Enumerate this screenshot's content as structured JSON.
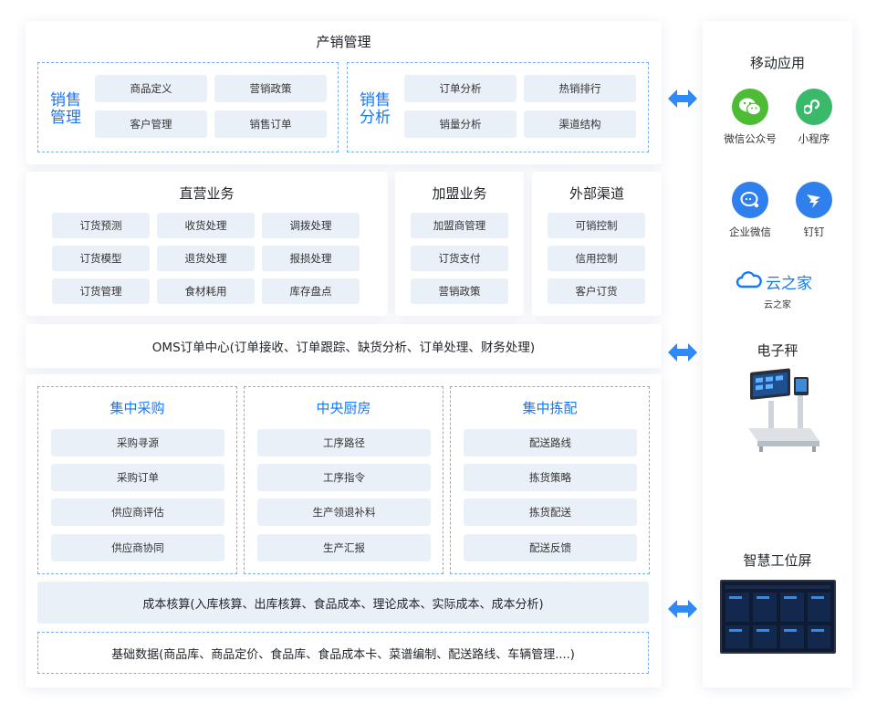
{
  "top_panel": {
    "title": "产销管理",
    "sales_mgmt": {
      "label_line1": "销售",
      "label_line2": "管理",
      "items": [
        "商品定义",
        "营销政策",
        "客户管理",
        "销售订单"
      ]
    },
    "sales_analysis": {
      "label_line1": "销售",
      "label_line2": "分析",
      "items": [
        "订单分析",
        "热销排行",
        "销量分析",
        "渠道结构"
      ]
    }
  },
  "direct_business": {
    "title": "直营业务",
    "items": [
      "订货预测",
      "收货处理",
      "调拨处理",
      "订货模型",
      "退货处理",
      "报损处理",
      "订货管理",
      "食材耗用",
      "库存盘点"
    ]
  },
  "franchise_business": {
    "title": "加盟业务",
    "items": [
      "加盟商管理",
      "订货支付",
      "营销政策"
    ]
  },
  "external_channel": {
    "title": "外部渠道",
    "items": [
      "可销控制",
      "信用控制",
      "客户订货"
    ]
  },
  "oms_center": {
    "label": "OMS订单中心(订单接收、订单跟踪、缺货分析、订单处理、财务处理)"
  },
  "central_procurement": {
    "title": "集中采购",
    "items": [
      "采购寻源",
      "采购订单",
      "供应商评估",
      "供应商协同"
    ]
  },
  "central_kitchen": {
    "title": "中央厨房",
    "items": [
      "工序路径",
      "工序指令",
      "生产领退补料",
      "生产汇报"
    ]
  },
  "central_picking": {
    "title": "集中拣配",
    "items": [
      "配送路线",
      "拣货策略",
      "拣货配送",
      "配送反馈"
    ]
  },
  "cost_accounting": {
    "label": "成本核算(入库核算、出库核算、食品成本、理论成本、实际成本、成本分析)"
  },
  "base_data": {
    "label": "基础数据(商品库、商品定价、食品库、食品成本卡、菜谱编制、配送路线、车辆管理....)"
  },
  "right_panel": {
    "mobile_title": "移动应用",
    "apps": [
      {
        "name": "微信公众号",
        "icon": "wechat-icon",
        "color": "#4dbb35"
      },
      {
        "name": "小程序",
        "icon": "mini-program-icon",
        "color": "#3ab96b"
      },
      {
        "name": "企业微信",
        "icon": "wecom-icon",
        "color": "#2f80ed"
      },
      {
        "name": "钉钉",
        "icon": "dingtalk-icon",
        "color": "#2f80ed"
      }
    ],
    "yunzhijia_logo_text": "云之家",
    "yunzhijia_caption": "云之家",
    "scale_title": "电子秤",
    "screen_title": "智慧工位屏"
  },
  "colors": {
    "accent": "#1677ff",
    "chip_bg": "#e9f0f8",
    "dash_border": "#79aef0",
    "arrow": "#2f8af5"
  }
}
